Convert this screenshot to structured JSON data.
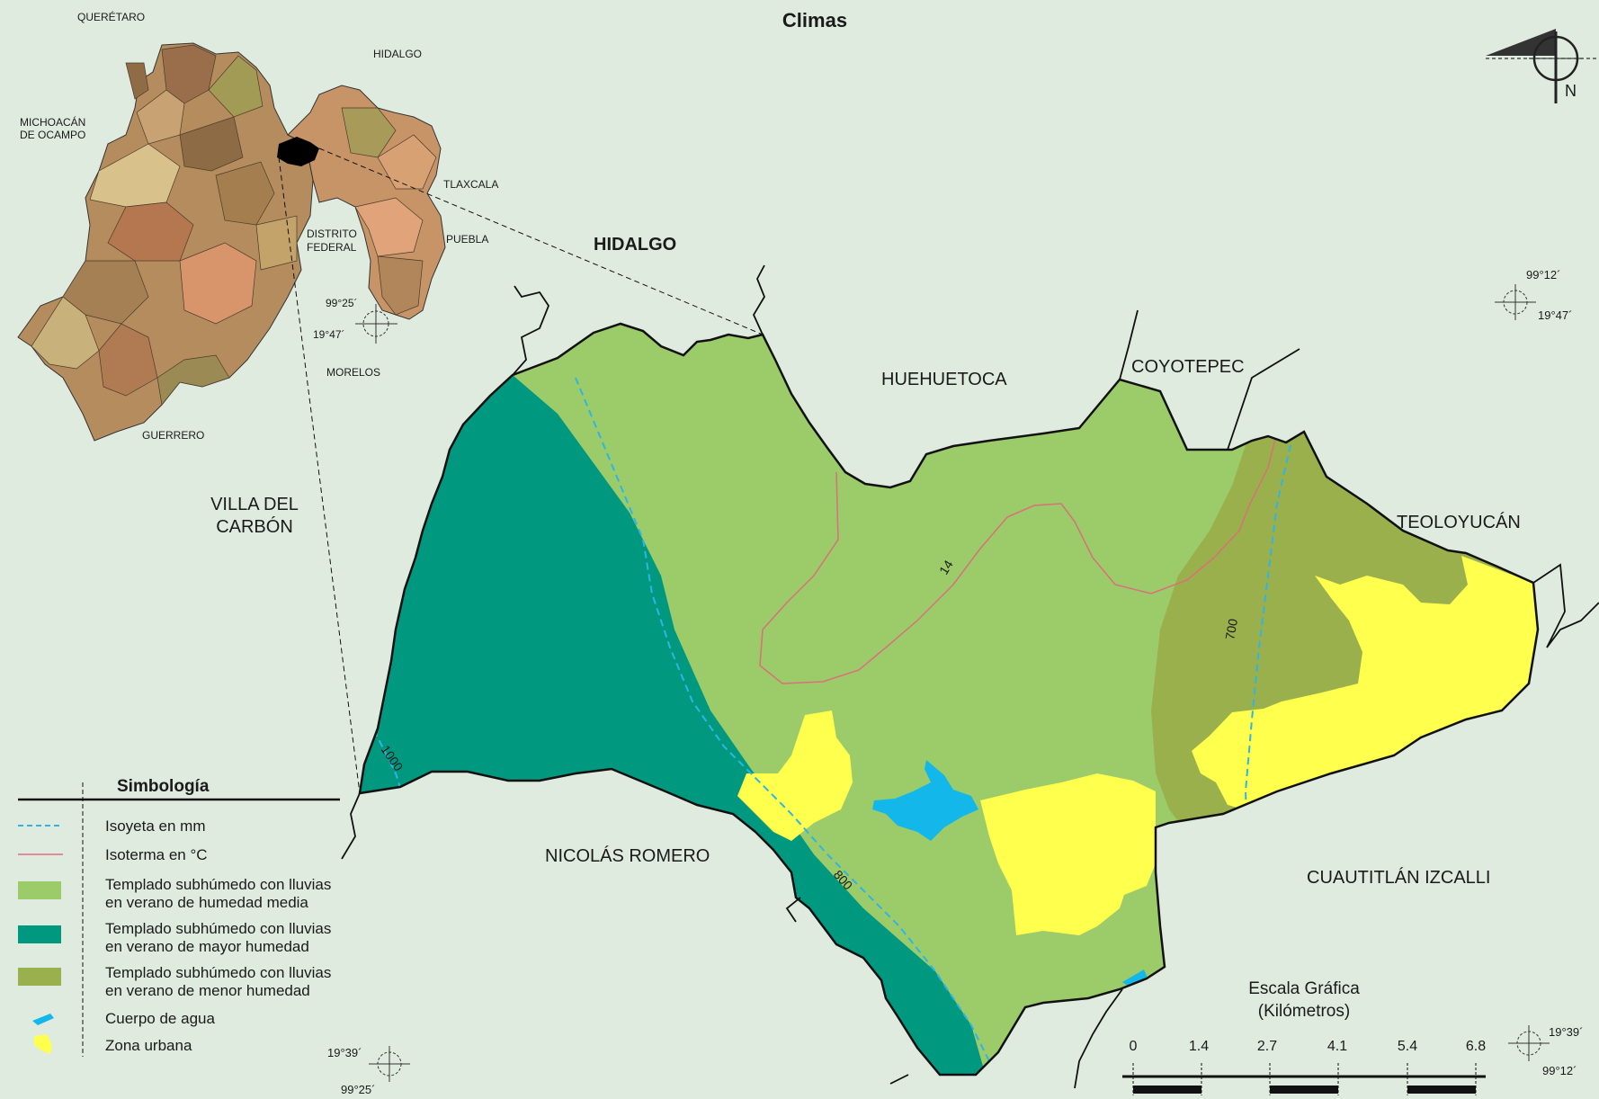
{
  "title": "Climas",
  "inset_labels": {
    "queretaro": "QUERÉTARO",
    "hidalgo": "HIDALGO",
    "michoacan_1": "MICHOACÁN",
    "michoacan_2": "DE OCAMPO",
    "tlaxcala": "TLAXCALA",
    "puebla": "PUEBLA",
    "df_1": "DISTRITO",
    "df_2": "FEDERAL",
    "morelos": "MORELOS",
    "guerrero": "GUERRERO",
    "coord_lon": "99°25´",
    "coord_lat": "19°47´"
  },
  "neighbors": {
    "hidalgo": "HIDALGO",
    "huehuetoca": "HUEHUETOCA",
    "coyotepec": "COYOTEPEC",
    "teoloyucan": "TEOLOYUCÁN",
    "villa_1": "VILLA DEL",
    "villa_2": "CARBÓN",
    "nicolas_romero": "NICOLÁS ROMERO",
    "cuautitlan": "CUAUTITLÁN IZCALLI"
  },
  "coords": {
    "ne_lon": "99°12´",
    "ne_lat": "19°47´",
    "se_lat": "19°39´",
    "se_lon": "99°12´",
    "sw_lat": "19°39´",
    "sw_lon": "99°25´"
  },
  "isolines": {
    "isoterm": "14",
    "isoyeta_700": "700",
    "isoyeta_800": "800",
    "isoyeta_1000": "1000"
  },
  "legend": {
    "heading": "Simbología",
    "items": [
      {
        "line1": "Isoyeta en mm",
        "line2": "",
        "symbol": "dashed-line",
        "color": "#2fb4e6"
      },
      {
        "line1": "Isoterma en °C",
        "line2": "",
        "symbol": "line",
        "color": "#d9707a"
      },
      {
        "line1": "Templado subhúmedo con lluvias",
        "line2": "en verano de humedad media",
        "symbol": "patch",
        "color": "#9ccc69"
      },
      {
        "line1": "Templado subhúmedo con lluvias",
        "line2": "en verano de mayor humedad",
        "symbol": "patch",
        "color": "#009980"
      },
      {
        "line1": "Templado subhúmedo con lluvias",
        "line2": "en verano de menor humedad",
        "symbol": "patch",
        "color": "#99b04d"
      },
      {
        "line1": "Cuerpo de agua",
        "line2": "",
        "symbol": "water",
        "color": "#14b7ea"
      },
      {
        "line1": "Zona urbana",
        "line2": "",
        "symbol": "urban",
        "color": "#ffff4d"
      }
    ]
  },
  "scale": {
    "title_1": "Escala Gráfica",
    "title_2": "(Kilómetros)",
    "ticks": [
      "0",
      "1.4",
      "2.7",
      "4.1",
      "5.4",
      "6.8"
    ]
  },
  "north": {
    "label": "N"
  },
  "colors": {
    "background": "#e0ebe0",
    "humedad_media": "#9ccc69",
    "mayor_humedad": "#009980",
    "menor_humedad": "#99b04d",
    "agua": "#14b7ea",
    "urbana": "#ffff4d",
    "isoyeta": "#2fb4e6",
    "isoterma": "#d9707a"
  }
}
